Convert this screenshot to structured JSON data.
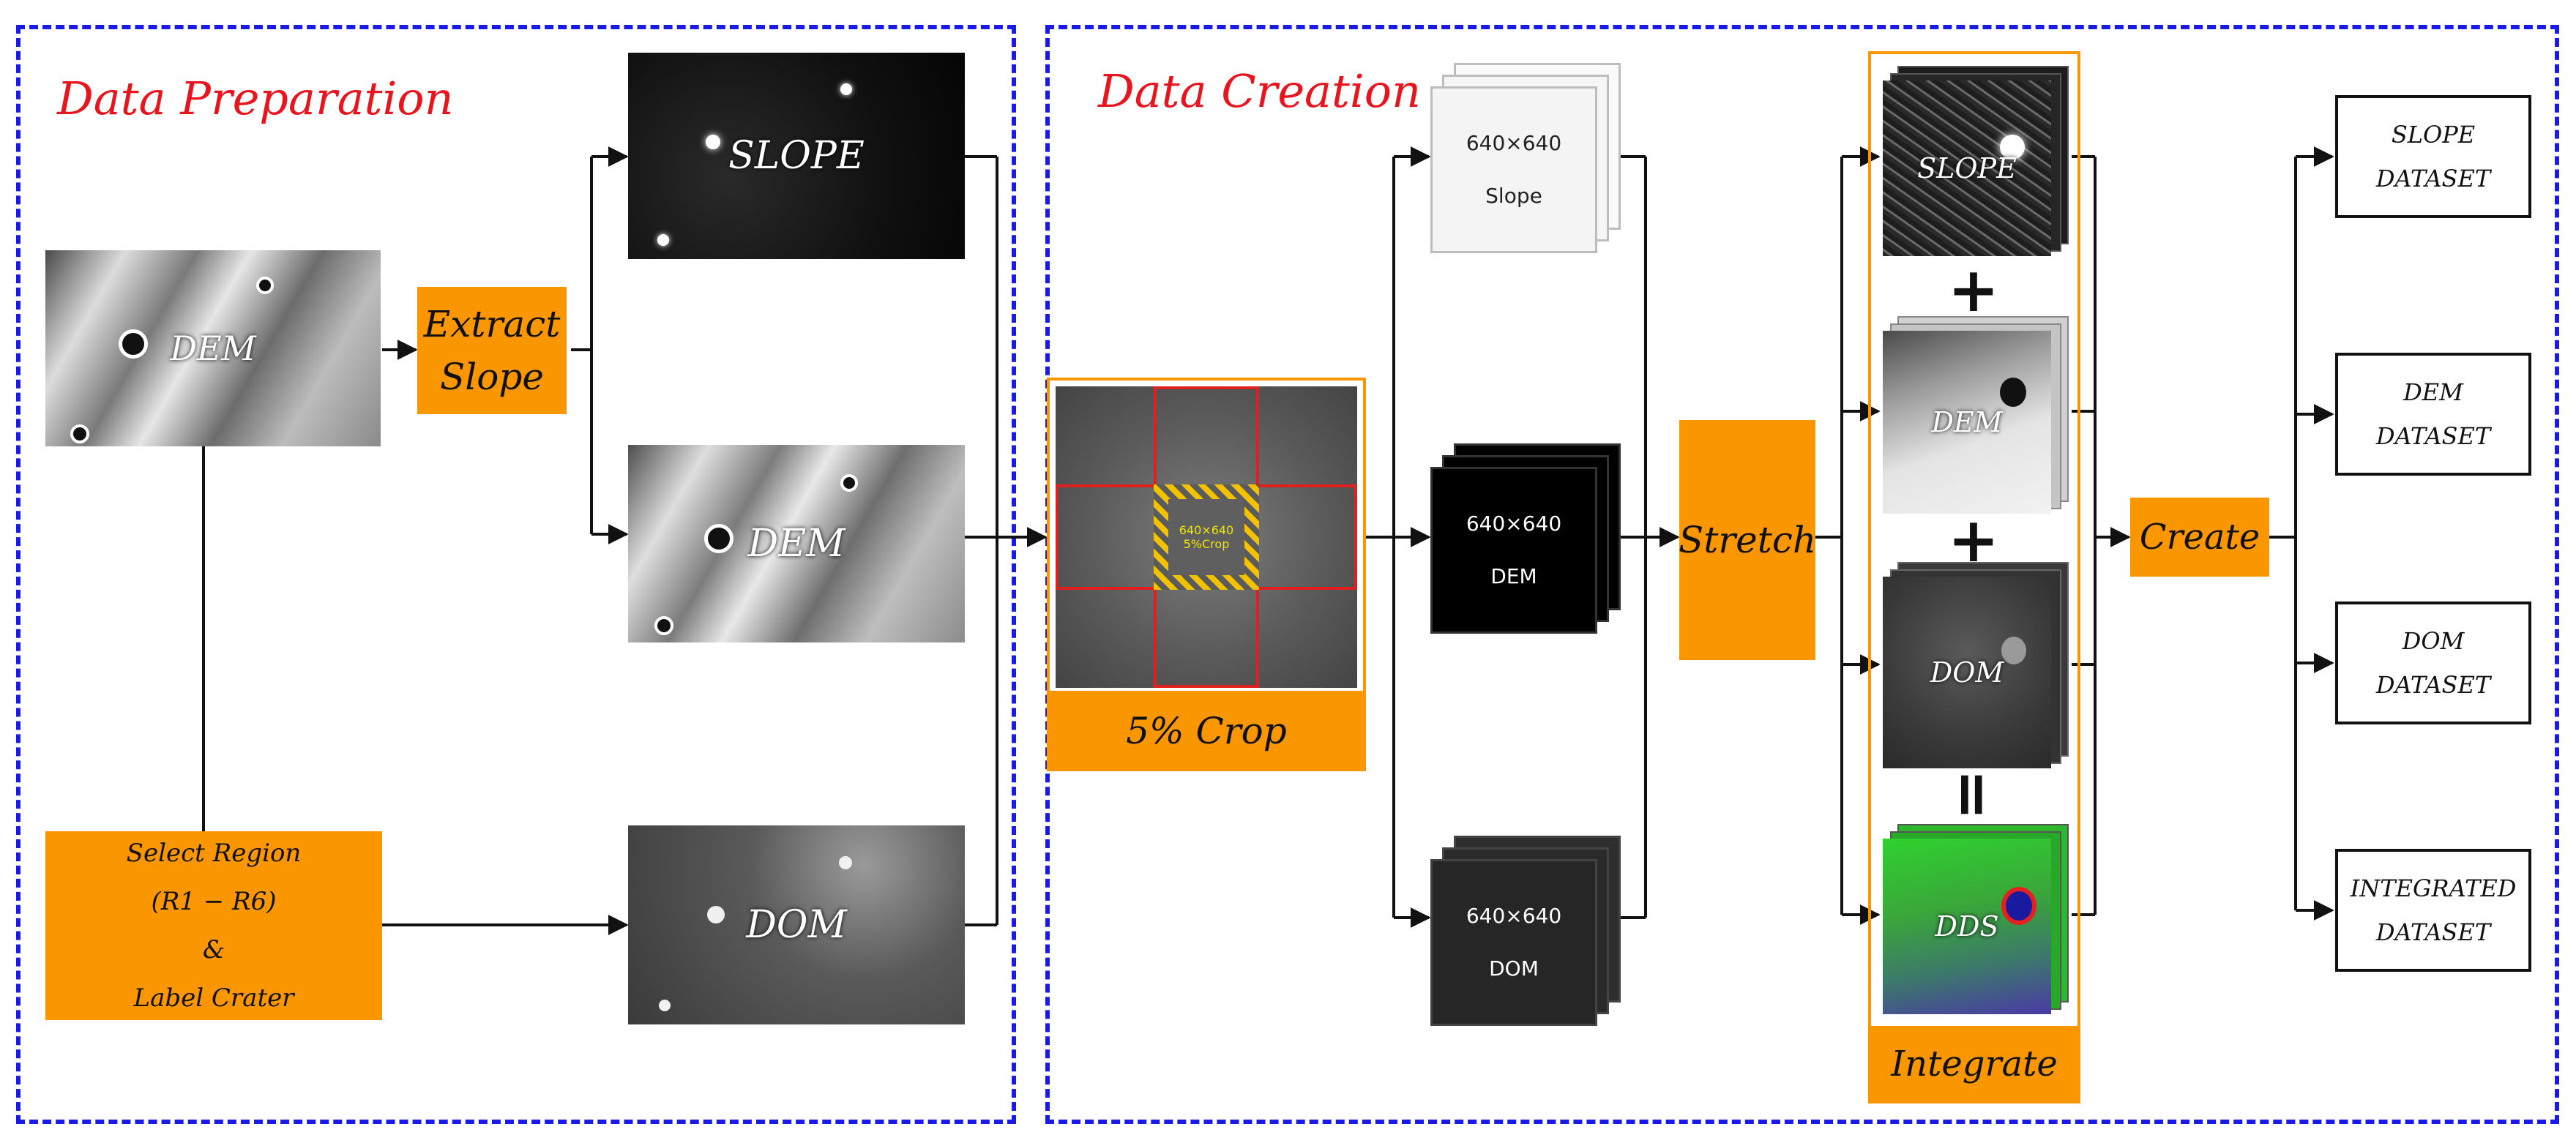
{
  "sections": {
    "preparation_title": "Data Preparation",
    "creation_title": "Data Creation"
  },
  "preparation": {
    "dem_source_label": "DEM",
    "extract_line1": "Extract",
    "extract_line2": "Slope",
    "select_line1": "Select Region",
    "select_line2": "(R1 − R6)",
    "select_line3": "&",
    "select_line4": "Label Crater",
    "slope_out_label": "SLOPE",
    "dem_out_label": "DEM",
    "dom_out_label": "DOM"
  },
  "creation": {
    "crop_label": "5% Crop",
    "crop_inner_line1": "640×640",
    "crop_inner_line2": "5%Crop",
    "tiles": {
      "slope_line1": "640×640",
      "slope_line2": "Slope",
      "dem_line1": "640×640",
      "dem_line2": "DEM",
      "dom_line1": "640×640",
      "dom_line2": "DOM"
    },
    "stretch_label": "Stretch",
    "integrate_label": "Integrate",
    "stack_labels": {
      "slope": "SLOPE",
      "dem": "DEM",
      "dom": "DOM",
      "dds": "DDS"
    },
    "plus_symbol": "+",
    "equals_symbol": "=",
    "create_label": "Create",
    "datasets": {
      "slope_line1": "SLOPE",
      "slope_line2": "DATASET",
      "dem_line1": "DEM",
      "dem_line2": "DATASET",
      "dom_line1": "DOM",
      "dom_line2": "DATASET",
      "integrated_line1": "INTEGRATED",
      "integrated_line2": "DATASET"
    }
  },
  "colors": {
    "accent_orange": "#f99600",
    "title_red": "#e8141e",
    "panel_border_blue": "#1a1ae6",
    "crop_grid_red": "#e02020",
    "crop_hatch_yellow": "#f2c200"
  }
}
